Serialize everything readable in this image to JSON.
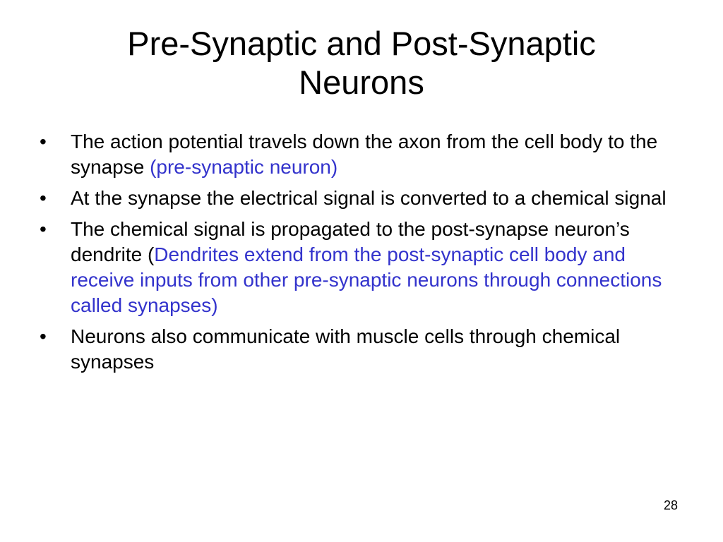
{
  "slide": {
    "title_line1": "Pre-Synaptic and Post-Synaptic",
    "title_line2": "Neurons",
    "bullet_char": "•",
    "accent_color": "#3333cc",
    "bullets": [
      {
        "text": "The action potential travels down the axon from the cell body to the synapse ",
        "highlight": "(pre-synaptic neuron)"
      },
      {
        "text": "At the synapse the electrical signal is converted to a chemical signal"
      },
      {
        "text": "The chemical signal is propagated to the post-synapse neuron’s dendrite (",
        "highlight": "Dendrites extend from the post-synaptic cell body and receive inputs from other pre-synaptic neurons through connections called synapses)"
      },
      {
        "text": "Neurons also communicate with muscle cells through chemical synapses"
      }
    ],
    "page_number": "28"
  }
}
